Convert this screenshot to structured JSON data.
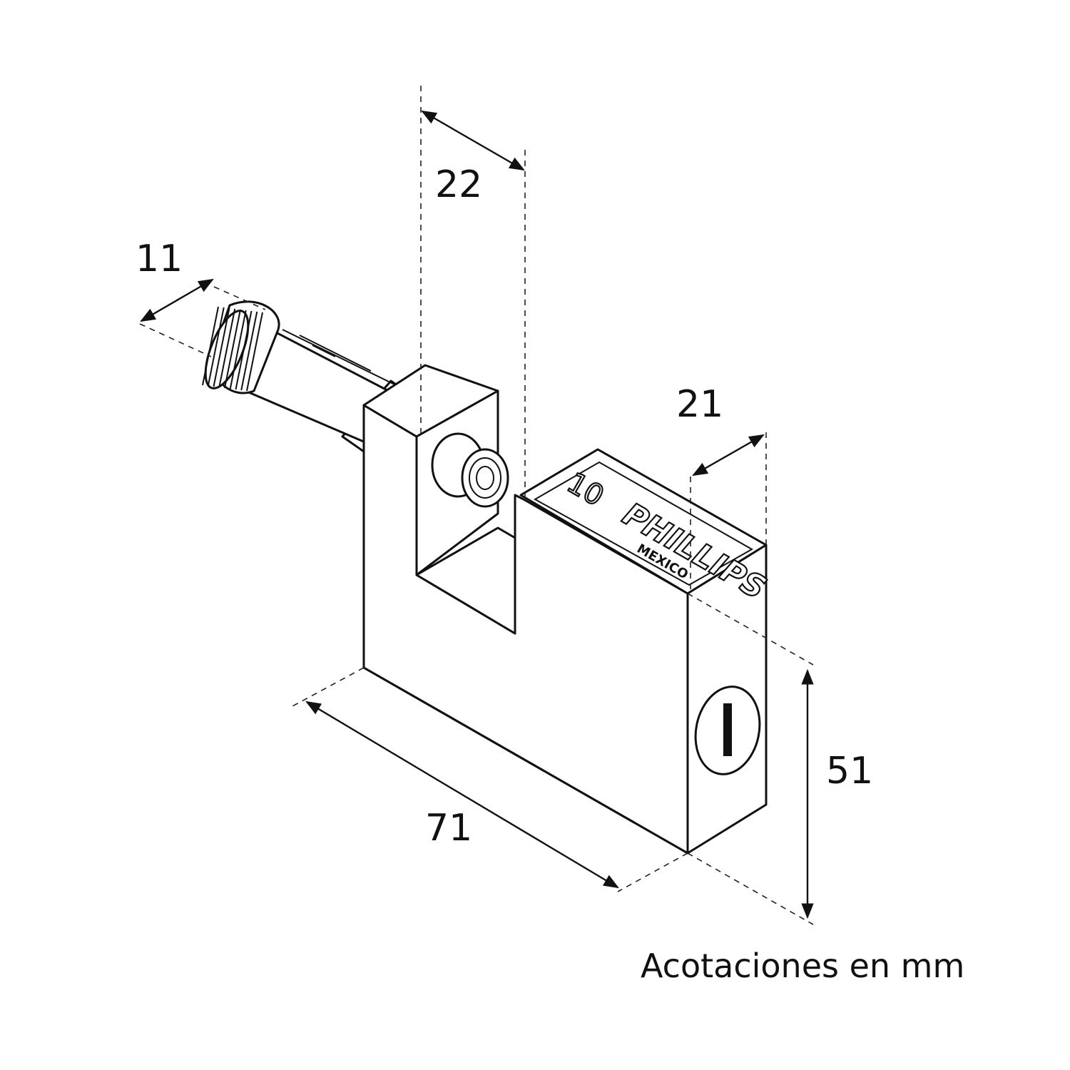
{
  "dimensions": {
    "height": "51",
    "length": "71",
    "depth": "21",
    "shackle_diameter": "11",
    "shackle_width": "22"
  },
  "caption": "Acotaciones en mm",
  "lock_body": {
    "brand": "PHILLIPS",
    "origin": "MEXICO",
    "model": "10",
    "line_color": "#111111",
    "fill_color": "#ffffff"
  },
  "icons": [
    "keyhole-icon",
    "knurled-knob-icon"
  ]
}
